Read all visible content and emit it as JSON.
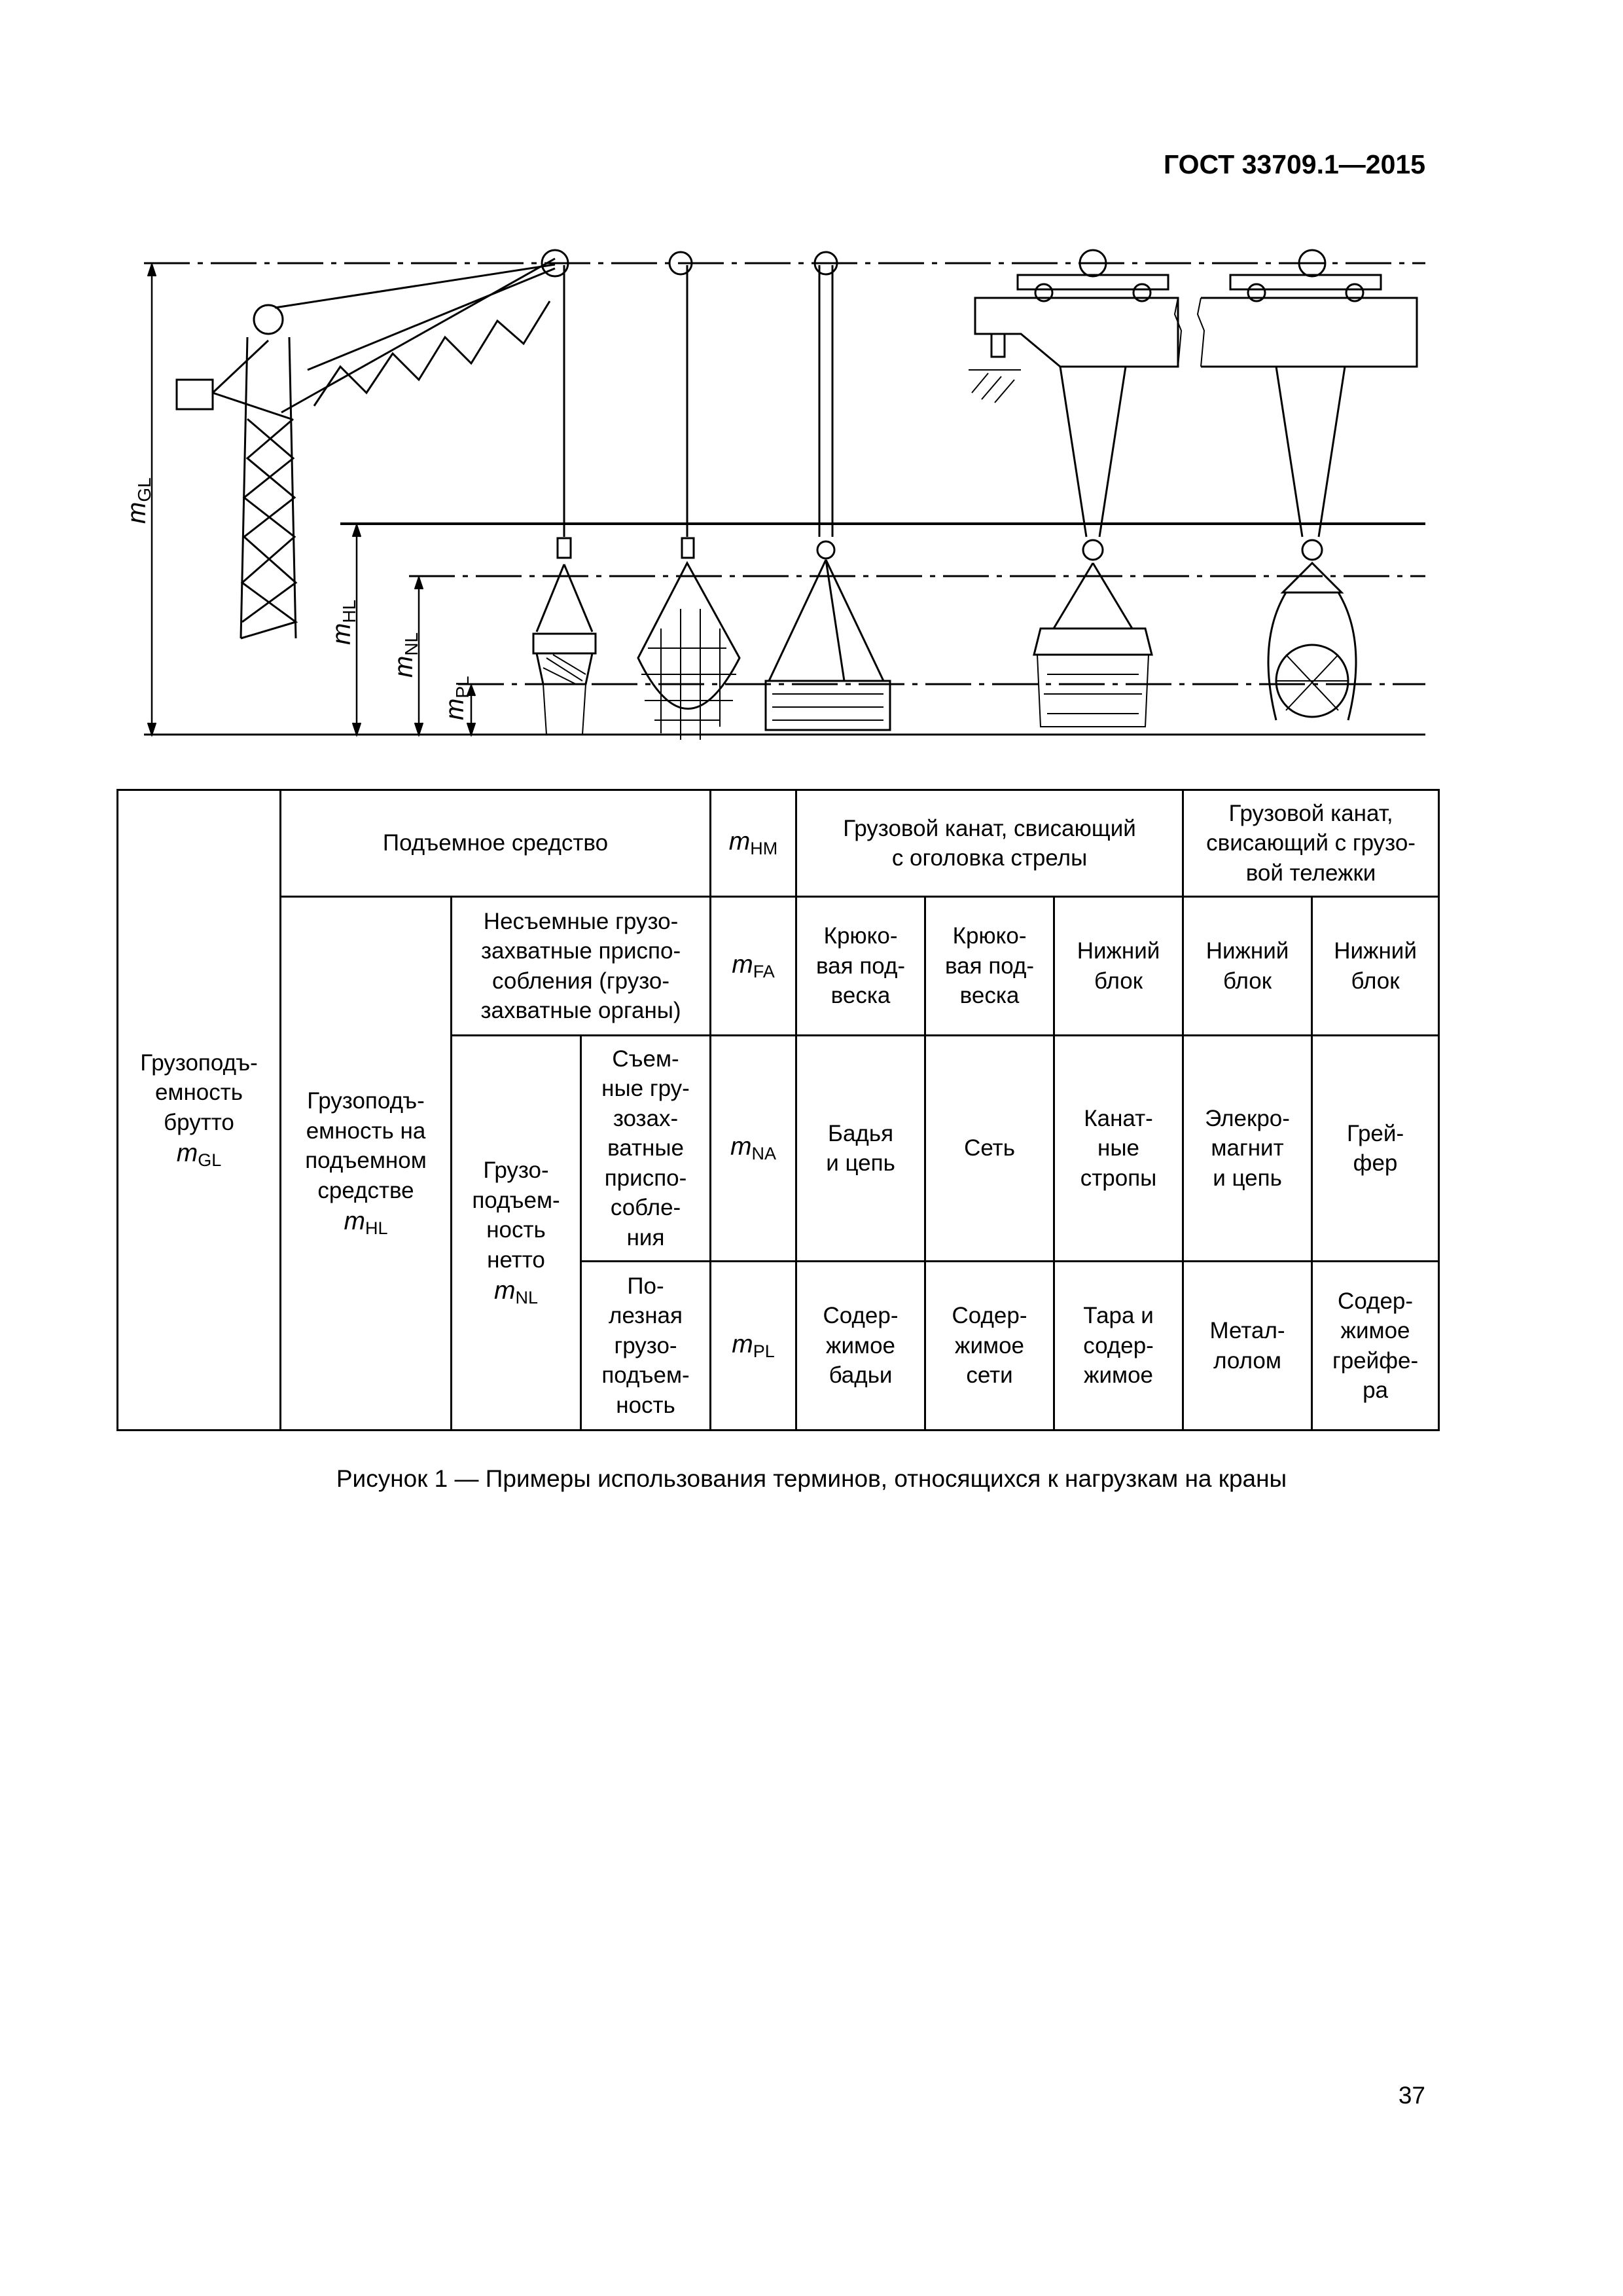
{
  "header": {
    "standard": "ГОСТ 33709.1—2015"
  },
  "figure": {
    "dim_labels": {
      "gl": {
        "sym": "m",
        "sub": "GL"
      },
      "hl": {
        "sym": "m",
        "sub": "HL"
      },
      "nl": {
        "sym": "m",
        "sub": "NL"
      },
      "pl": {
        "sym": "m",
        "sub": "PL"
      }
    }
  },
  "table": {
    "gross": {
      "text": "Грузоподъ-\nемность\nбрутто",
      "sym": "m",
      "sub": "GL"
    },
    "lifting_means": "Подъемное средство",
    "hm": {
      "sym": "m",
      "sub": "HM"
    },
    "col_jib": "Грузовой канат, свисающий\nс оголовка стрелы",
    "col_trolley": "Грузовой канат,\nсвисающий с грузо-\nвой тележки",
    "hook_capacity": {
      "text": "Грузоподъ-\nемность на\nподъемном\nсредстве",
      "sym": "m",
      "sub": "HL"
    },
    "fixed_attach": "Несъемные грузо-\nзахватные приспо-\nсобления (грузо-\nзахватные органы)",
    "fa": {
      "sym": "m",
      "sub": "FA"
    },
    "fa_cells": [
      "Крюко-\nвая под-\nвеска",
      "Крюко-\nвая под-\nвеска",
      "Нижний\nблок",
      "Нижний\nблок",
      "Нижний\nблок"
    ],
    "net": {
      "text": "Грузо-\nподъем-\nность\nнетто",
      "sym": "m",
      "sub": "NL"
    },
    "removable": "Съем-\nные гру-\nзозах-\nватные\nприспо-\nсобле-\nния",
    "na": {
      "sym": "m",
      "sub": "NA"
    },
    "na_cells": [
      "Бадья\nи цепь",
      "Сеть",
      "Канат-\nные\nстропы",
      "Элекро-\nмагнит\nи цепь",
      "Грей-\nфер"
    ],
    "payload": "По-\nлезная\nгрузо-\nподъем-\nность",
    "pl": {
      "sym": "m",
      "sub": "PL"
    },
    "pl_cells": [
      "Содер-\nжимое\nбадьи",
      "Содер-\nжимое\nсети",
      "Тара и\nсодер-\nжимое",
      "Метал-\nлолом",
      "Содер-\nжимое\nгрейфе-\nра"
    ]
  },
  "caption": "Рисунок 1 — Примеры использования терминов, относящихся к нагрузкам на краны",
  "page_number": "37"
}
